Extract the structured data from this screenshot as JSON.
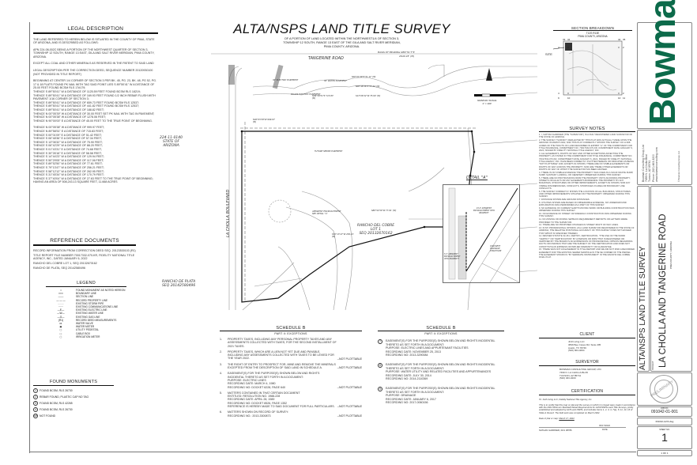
{
  "title": "ALTA/NSPS LAND TITLE SURVEY",
  "subtitle": [
    "OF A PORTION OF LAND LOCATED WITHIN THE NORTHWEST1/4 OF SECTION 3,",
    "TOWNSHIP 12 SOUTH, RANGE 13 EAST OF THE GILA AND SALT RIVER MERIDIAN,",
    "PIMA COUNTY, ARIZONA."
  ],
  "legal": {
    "heading": "LEGAL DESCRIPTION",
    "paragraphs": [
      "THE LAND REFERRED TO HEREIN BELOW IS SITUATED IN THE COUNTY OF PIMA, STATE OF ARIZONA, AND IS DESCRIBED AS FOLLOWS:",
      "APN 224-08-002C BEING A PORTION OF THE NORTHWEST QUARTER OF SECTION 3, TOWNSHIP 12 SOUTH, RANGE 13 EAST, GILA AND SALT RIVER MERIDIAN, PIMA COUNTY, ARIZONA.",
      "EXCEPT ALL COAL AND OTHER MINERALS AS RESERVED IN THE PATENT TO SAID LAND",
      "LEGAL DESCRIPTION PER THE CORRECTION DEED, SEQUENCE NUMBER 20120930100 (NOT PROVIDED IN TITLE REPORT)",
      "BEGINNING AT CENTER 1/4 CORNER OF SECTION 3 PER BK. 45, PG. 23, BK. 48, PG 52, PG. 17 & 18 PLATS FOUND PK NAIL WITH TAG SAID POINT LIES S 89°50'41\" W A DISTANCE OF 25.00 FEET FOUND BCSM RLS 17#179;\nTHENCE S 89°50'41\" W A DISTANCE OF 1125.59 FEET FOUND BCSM RLS 18219;\nTHENCE S 89°50'41\" W A DISTANCE OF 169.93 FEET FOUND 1/2 INCH REBAR FLUSH WITH PAVEMENT 1/16 CORNER OF SECTION 3;\nTHENCE S 89°50'41\" W A DISTANCE OF 659.73 FEET FOUND BCSM RLS 12537;\nTHENCE S 89°50'41\" W A DISTANCE OF 441.82 FEET FOUND BCSM RLS 12537;\nTHENCE S 89°50'41\" W A DISTANCE OF 188.82 FEET;\nTHENCE N 00°05'39\" W A DISTANCE OF 30.00 FEET SET PK NAIL WITH TAG IN PAVEMENT;\nTHENCE N 00°05'38\" W A DISTANCE OF 1278.06 FEET;\nTHENCE N 90°00'00\" E A DISTANCE OF 45.00 FEET TO THE TRUE POINT OF BEGINNING.",
      "THENCE N 00°05'38\" W A DISTANCE OF 999.97 FEET;\nTHENCE N 89°58'51\" E A DISTANCE OF 715.83 FEET;\nTHENCE S 00°01'09\" E A DISTANCE OF 51.42 FEET;\nTHENCE S 06°48'36\" E A DISTANCE OF 57.34 FEET;\nTHENCE S 13°06'32\" W A DISTANCE OF 75.90 FEET;\nTHENCE S 06°42'29\" W A DISTANCE OF 88.20 FEET;\nTHENCE S 01°43'31\" E A DISTANCE OF 74.68 FEET;\nTHENCE S 30°26'16\" E A DISTANCE OF 58.58 FEET;\nTHENCE S 14°44'23\" W A DISTANCE OF 129.94 FEET;\nTHENCE S 50°29'05\" W A DISTANCE OF 117.06 FEET;\nTHENCE S 89°52'50\" W A DISTANCE OF 77.61 FEET;\nTHENCE S 79°13'47\" W A DISTANCE OF 256.21 FEET;\nTHENCE S 58°12'12\" W A DISTANCE OF 262.95 FEET;\nTHENCE S 31°45'34\" W A DISTANCE OF 170.79 FEET;\nTHENCE S 37°40'04\" W A DISTANCE OF 27.63 FEET TO THE TRUE POINT OF BEGINNING;\nHAVING AN AREA OF 508,243.13 SQUARE FEET, 11.668 ACRES"
    ]
  },
  "reference": {
    "heading": "REFERENCE DOCUMENTS",
    "items": [
      "RECORD INFORMATION FROM CORRECTION DEED SEQ. 20123530103 (R1)",
      "TITLE REPORT FILE NUMBER 70017332-070-KR, FIDELITY NATIONAL TITLE AGENCY, INC., DATED JANUARY 6, 2022",
      "RANCHO DEL COBRE LOT 1, SEQ 20132670162",
      "RANCHO DE PLATA, SEQ 20142580496"
    ]
  },
  "legend": {
    "heading": "LEGEND",
    "items": [
      "FOUND MONUMENT AS NOTED HEREON",
      "BOUNDARY LINE",
      "SECTION LINE",
      "RECORD PROPERTY LINE",
      "EXISTING STORM PIPE",
      "EXISTING COMMUNICATIONS LINE",
      "EXISTING ELECTRIC LINE",
      "EXISTING WATER LINE",
      "EXISTING GAS LINE",
      "RECORD DEED MEASUREMENTS",
      "WATER VALVE",
      "WATER METER",
      "UTILITY PEDESTAL",
      "CABLE BOX",
      "IRRIGATION METER"
    ],
    "symbols": [
      "•",
      "━━━",
      "───",
      "— — —",
      "- - - -",
      "······",
      "—E—",
      "—W—",
      "—G—",
      "(R1)",
      "⋈",
      "▣",
      "▢",
      "▢",
      "▢"
    ]
  },
  "monuments": {
    "heading": "FOUND MONUMENTS",
    "items": [
      {
        "n": "1",
        "text": "FOUND BCSM, RLS 26730"
      },
      {
        "n": "2",
        "text": "REBAR FOUND, PLASTIC CAP NO TAG"
      },
      {
        "n": "3",
        "text": "FOUND BCSM, RLS 42265"
      },
      {
        "n": "4",
        "text": "FOUND BCSM, RLS 26730"
      },
      {
        "n": "NF",
        "text": "NOT FOUND"
      }
    ]
  },
  "map": {
    "road": "TANGERINE ROAD",
    "road2": "LA CHOLLA BOULEVARD",
    "basis": "BASIS OF BEARING N89°51'7\"E",
    "basis_dist": "2640.45' (M)",
    "state": "224-11-0140\nSTATE OF\nARIZONA",
    "plata": "RANCHO DE PLATA\nSEQ 20142580496",
    "cobre": "RANCHO DEL COBRE\nLOT 1\nSEQ 20132670162",
    "detail_title": "DETAIL \"A\"",
    "detail_labels": [
      "15.0' APPARENT ENCROACHMENT INTO PROPERTY",
      "CONCRETE DRAINAGE STRUCTURE",
      "5.3' APPARENT ENCROACHMENT INTO PROPERTY"
    ],
    "easements": [
      "30' ELECTRIC EASEMENT",
      "30' WATER EASEMENT",
      "ROADS ELECTRIC EASEMENT",
      "FUTURE SEWER EASEMENT",
      "APPARENT ENCROACHMENT SEE DETAIL \"A\""
    ],
    "bearings": [
      "N89°58'51\"E 715.83' (M)",
      "S00°01'09\"E 51.42' (M)",
      "S06°48'36\"E 57.34' (M)",
      "S13°06'32\"W 75.90' (M)",
      "S89°52'50\"W 77.61' (M)",
      "S79°13'47\"W 256.21' (M)",
      "N00°05'38\"W 999.97' (M)"
    ],
    "scale": "GRAPHIC SCALE\n1\" = 100'"
  },
  "scheduleB_left": {
    "heading": "SCHEDULE B",
    "sub": "PART II: EXCEPTIONS",
    "items": [
      {
        "n": "1.",
        "text": "PROPERTY TAXES, INCLUDING ANY PERSONAL PROPERTY TAXES AND ANY ASSESSMENTS COLLECTED WITH TAXES, FOR THE SECOND INSTALLMENT OF 2021 TAXES.",
        "note": ""
      },
      {
        "n": "2.",
        "text": "PROPERTY TAXES, WHICH ARE A LIEN NOT YET DUE AND PAYABLE, INCLUDING ANY ASSESSMENTS COLLECTED WITH TAXES TO BE LEVIED FOR THE YEAR 2022.",
        "note": "--NOT PLOTTABLE"
      },
      {
        "n": "3.",
        "text": "THE RIGHT OF ENTRY TO PROSPECT FOR, MINE AND REMOVE THE MINERALS EXCEPTED FROM THE DESCRIPTION OF SAID LAND IN SCHEDULE A.",
        "note": "--NOT PLOTTABLE"
      },
      {
        "n": "4.",
        "text": "EASEMENT(S) FOR THE PURPOSE(S) SHOWN BELOW AND RIGHTS INCIDENTAL THERETO AS SET FORTH IN A DOCUMENT:\nPURPOSE: ELECTRIC LINES\nRECORDING DATE: MARCH 4, 1980\nRECORDING NO: DOCKET 6228, PAGE 640",
        "note": "--NOT PLOTTABLE"
      },
      {
        "n": "5.",
        "text": "MATTERS CONTAINED IN THAT CERTAIN DOCUMENT\nENTITLED: RESOLUTION NO. 1988-228\nRECORDING DATE: APRIL 28, 1989\nRECORDING NO: DOCKET 8526, PAGE 1352\nREFERENCE IS HEREBY MADE TO SAID DOCUMENT FOR FULL PARTICULARS.",
        "note": "--NOT PLOTTABLE"
      },
      {
        "n": "6.",
        "text": "MATTERS SHOWN ON RECORD OF SURVEY:\nRECORDING NO.: 2013-3300873",
        "note": "--NOT PLOTTABLE"
      }
    ]
  },
  "scheduleB_right": {
    "heading": "SCHEDULE B",
    "sub": "PART II: EXCEPTIONS",
    "items": [
      {
        "n": "7",
        "text": "EASEMENT(S) FOR THE PURPOSE(S) SHOWN BELOW AND RIGHTS INCIDENTAL THERETO AS SET FORTH IN A DOCUMENT:\nPURPOSE: ELECTRIC LINES AND APPURTENANT FACILITIES\nRECORDING DATE: NOVEMBER 25, 2013\nRECORDING NO: 2013-3290084"
      },
      {
        "n": "8",
        "text": "EASEMENT(S) FOR THE PURPOSE(S) SHOWN BELOW AND RIGHTS INCIDENTAL THERETO AS SET FORTH IN A DOCUMENT:\nPURPOSE: WATER UTILITY AND RELATED FACILITIES AND APPURTENANCES\nRECORDING DATE: JULY 30, 2014\nRECORDING NO: 2014-2110369"
      },
      {
        "n": "9",
        "text": "EASEMENT(S) FOR THE PURPOSE(S) SHOWN BELOW AND RIGHTS INCIDENTAL THERETO AS SET FORTH IN A DOCUMENT:\nPURPOSE: DRAINAGE\nRECORDING DATE: JANUARY 6, 2017\nRECORDING NO: 2017-0060156"
      }
    ]
  },
  "section": {
    "heading": "SECTION BREAKDOWN",
    "caption": "T12S R13E\nPIMA COUNTY, ARIZONA",
    "site": "SITE",
    "corners": [
      "33",
      "34",
      "34",
      "35",
      "4",
      "3",
      "3",
      "2",
      "4",
      "3",
      "3",
      "2",
      "9",
      "10",
      "10",
      "11"
    ]
  },
  "notes": {
    "heading": "SURVEY NOTES",
    "items": [
      "1. I, NATHAN GARDNER (THE \"SURVEYOR\") IS A DULY REGISTERED LAND SURVEYOR OF THE STATE OF ARIZONA.",
      "2. THE SURVEY (\"SURVEY\") REFLECTED BY THIS PLAT WAS ACTUALLY MADE UPON THE GROUND IN MARCH 2022, AND THIS PLAT CORRECTLY SHOWS THE SURVEY OF 11.668 ACRES OF THE TRACTS OF LAND DESCRIBED IN EXHIBIT \"A\" OF THE COMMITMENT FOR TITLE INSURANCE, COMMITMENT NO. 70017332-070-KR, COMMITMENT DATE JANUARY 6, 2022, ISSUED BY FIDELITY NATIONAL TITLE AGENCY, INC.",
      "3. ALL EASEMENTS, RIGHTS OF WAY AND OTHER EXCEPTIONS AFFECTING THE PROPERTY, AS STATED IN THE COMMITMENT FOR TITLE INSURANCE, COMMITMENT NO. 70017332-070-KR, COMMITMENT DATE JANUARY 6, 2022, ISSUED BY FIDELITY NATIONAL TITLE AGENCY, INC. HAVE BEEN CORRECTLY PLOTTED HEREON OR INDICATED AS BEING \"NOT PLOTTABLE\" AND, EXCEPT AS SHOWN, THERE ARE NO VISIBLE EASEMENTS OR RIGHTS OF WAY ACROSS THE PROPERTY, NOR ARE THERE OTHER EASEMENTS OR RIGHTS OF WAY OF WHICH THE SURVEYOR HAS BEEN ADVISED.",
      "4. THERE IS NO VISIBLE EVIDENCE THE PROPERTY WAS USED AS A SOLID WASTE DUMP, SUMP, SANITARY LANDFILL OR CEMETERY OBSERVED DURING THIS SURVEY.",
      "5. THERE ARE NO PROTRUSIONS FROM THE PROPERTY ONTO ADJOINING PROPERTY, STREETS OR ALLEYS OR ANY EASEMENTS BURDENING THE PROPERTY BY ANY BUILDINGS, STRUCTURES OR OTHER IMPROVEMENTS, EXCEPT AS SHOWN, NOR ANY VISIBLE DISCREPANCIES, CONFLICTS, SHORTAGES IN AREA OR BOUNDARY LINE CONFLICTS.",
      "6. THE SURVEY CORRECTLY SHOWS THE LOCATION OF ALL BUILDINGS, STRUCTURES AND OTHER IMPROVEMENTS SITUATED ON THE PROPERTY OBSERVED DURING THIS SURVEY.",
      "7. DISTANCE SHOWN ARE GROUND DISTANCES.",
      "8. UTILITIES SHOWN ARE BASED ON OBSERVABLE EVIDENCE, NO UNDERGROUND EXPLORATION WAS PERFORMED AS A PART OF THIS SURVEY.",
      "9. NO EVIDENCE OF CURRENT EARTH MOVING WORK OR BUILDING CONSTRUCTION WAS OBSERVED DURING THIS SURVEY.",
      "10. NO EVIDENCE OF STREET OR SIDEWALK CONSTRUCTION WAS OBSERVED DURING THIS SURVEY.",
      "11. NO ZONING OR ZONING SETBACK REQUIREMENT REPORTS OR LETTERS WERE PROVIDED TO THE SURVEYOR.",
      "12. THERE ARE NO PROPOSED CHANGES IN STREET RIGHT OF WAY LINES.",
      "13. IN MY PROFESSIONAL OPINION, AS A LAND SURVEYOR REGISTERED IN THE STATE OF ARIZONA, THE RELATIVE POSITIONAL ACCURACY OF THIS SURVEY DOES NOT EXCEED THAT WHICH IS SPECIFIED THEREIN.",
      "14. REVISED STATUTE 32-151 -CERTIFY, CERTIFICATION- \"THE USE OF THE WORD \"CERTIFY\" OR \"CERTIFICATION\" BY A PERSON OR FIRM THAT IS REGISTERED OR CERTIFIED BY THE BOARD IS AN EXPRESSION OF PROFESSIONAL OPINION REGARDING FACTS OR FINDINGS THAT ARE THE SUBJECT OF THE CERTIFICATION AND DOES NOT CONSTITUTE AN EXPRESS OR IMPLIED WARRANTY OR GUARANTEE.",
      "15. THERE WAS NOT AN EASEMENT IN TITLE REPORT AND WE DID NOT FIND A RECORDED EASEMENT FOR THE EXISTING SEWER MANHOLE IN THE SE CORNER OF THE PARCEL. THE EASEMENT SHOWN IS \"BY SEPARATE INSTRUMENT\" IN THE RANCHO DEL COBRE FINAL PLAT."
    ]
  },
  "client": {
    "heading": "CLIENT",
    "lines": "JLM Living LLC\n3839 Bee Caves Rd. Suite 205\nAustin, TX 78746\n(520) 904-4094"
  },
  "surveyor": {
    "heading": "SURVEYOR",
    "lines": "BOWMAN CONSULTING GROUP, LTD\n7499 N. LA CHOLLA BLVD\nTUCSON, AZ 85741\n(520) 463-3200"
  },
  "certification": {
    "heading": "CERTIFICATION",
    "to": "To: JLM Living LLC, Fidelity National Title Agency, Inc.",
    "body": "This is to certify that this map or plat and the survey on which it is based were made in accordance with the 2021 Minimum Standard Detail Requirements for ALTA/NSPS Land Title Surveys, jointly established and adopted by ALTA and NSPS, and includes Items 1, 2, 3, 4, 7(a), 8, 11, 13, 16 of Table A thereof. The field work was completed on March 2022.",
    "date_label": "Date of plat or map:",
    "date": "March 17, 2022",
    "signer": "NATHAN GARDNER, RLS 38786",
    "sig_date": "03/17/2022",
    "sig_date_label": "DATE"
  },
  "titleblock": {
    "logo": "Bowman",
    "address": "Bowman Consulting Group, Ltd\n7499 N. La Cholla Blvd\nTucson, AZ 85741\nPhone: (520) 463-3200\nwww.bowmanconsulting.com",
    "copyright": "© Bowman Consulting Group, Ltd.",
    "sheet_title": "ALTA/NSPS LAND TITLE SURVEY",
    "project_label": "PROJECT",
    "project": "LA CHOLLA AND TANGERINE ROAD",
    "county": "PIMA COUNTY, ARIZONA",
    "seal": "PRELIMINARY",
    "job_label": "JOB NO.",
    "job": "091042-01-001",
    "dwg": "091042-ALTA.dwg",
    "sheet_label": "SHEET NO.",
    "sheet": "1",
    "of": "1 OF 1",
    "brand_color": "#0c6a4a"
  }
}
